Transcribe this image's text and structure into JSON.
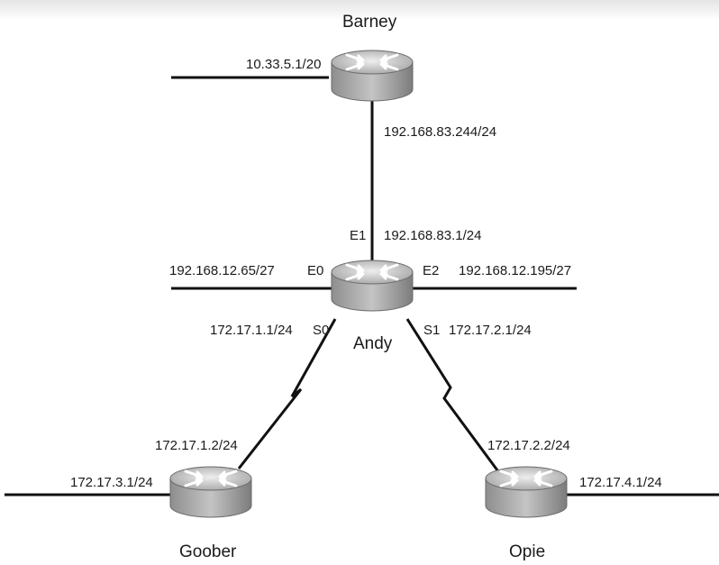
{
  "routers": {
    "barney": "Barney",
    "andy": "Andy",
    "goober": "Goober",
    "opie": "Opie"
  },
  "interfaces": {
    "e0": "E0",
    "e1": "E1",
    "e2": "E2",
    "s0": "S0",
    "s1": "S1"
  },
  "addresses": {
    "barney_lan": "10.33.5.1/20",
    "barney_link": "192.168.83.244/24",
    "andy_e1": "192.168.83.1/24",
    "andy_e0": "192.168.12.65/27",
    "andy_e2": "192.168.12.195/27",
    "andy_s0": "172.17.1.1/24",
    "andy_s1": "172.17.2.1/24",
    "goober_serial": "172.17.1.2/24",
    "goober_lan": "172.17.3.1/24",
    "opie_serial": "172.17.2.2/24",
    "opie_lan": "172.17.4.1/24"
  },
  "colors": {
    "router_body": "#a8a8a8",
    "router_top": "#d2d2d2",
    "link": "#111111"
  }
}
